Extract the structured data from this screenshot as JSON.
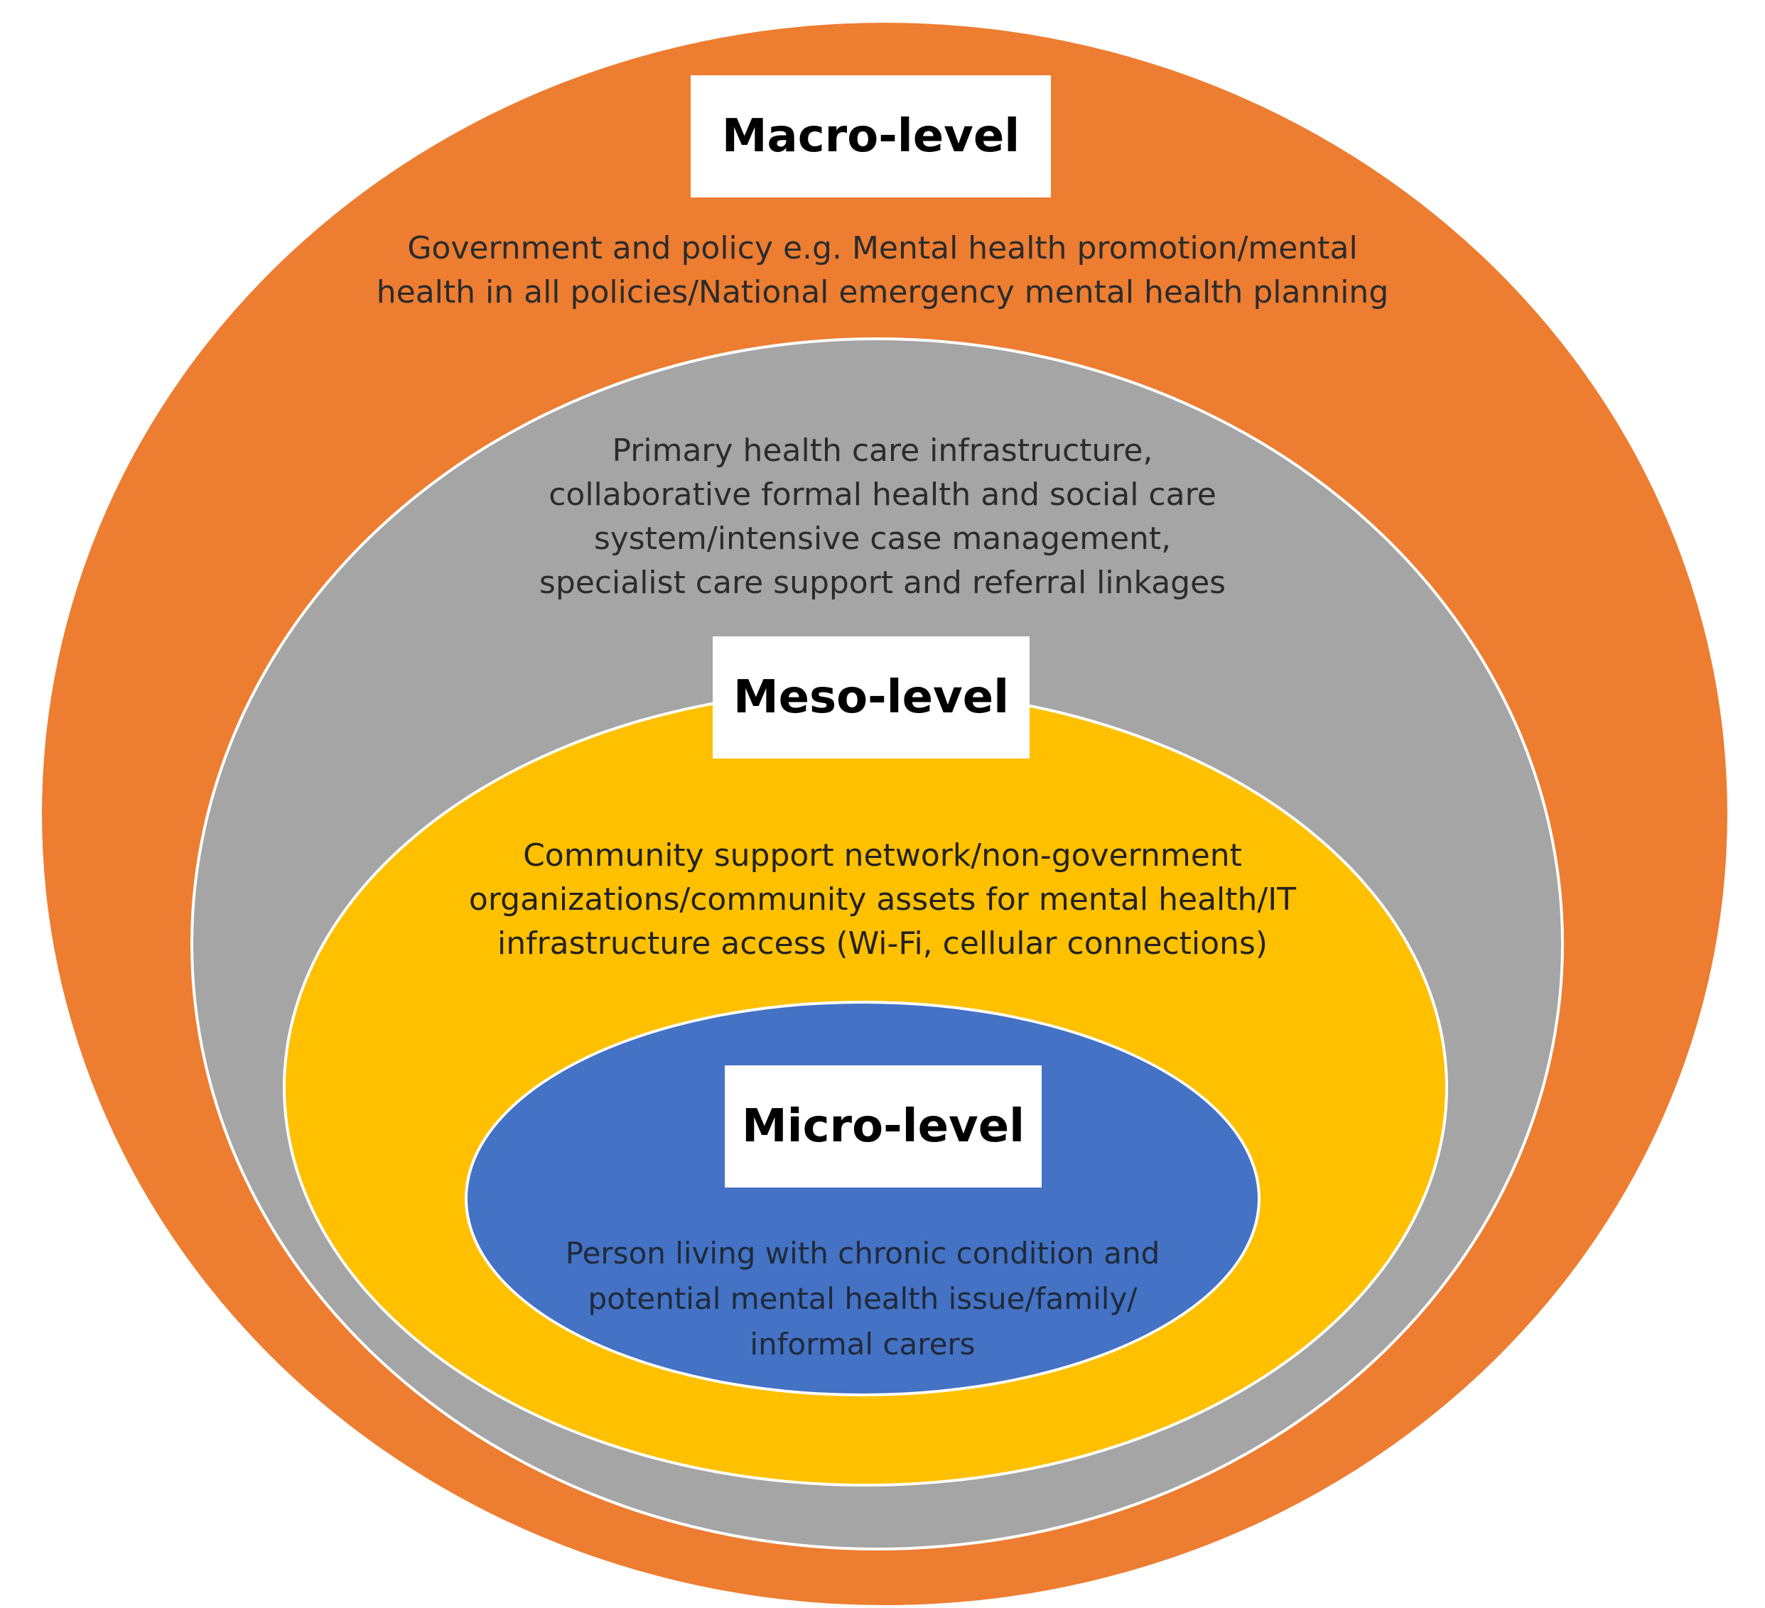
{
  "colors": {
    "macro": "#ED7D31",
    "gray": "#A5A5A5",
    "meso": "#FFC000",
    "micro": "#4472C4"
  },
  "macro": {
    "title": "Macro-level",
    "description": "Government and policy e.g. Mental health promotion/mental\nhealth in all policies/National emergency mental health planning"
  },
  "intermediate": {
    "description": "Primary health care infrastructure,\ncollaborative formal health and social care\nsystem/intensive case management,\nspecialist care support and referral linkages"
  },
  "meso": {
    "title": "Meso-level",
    "description": "Community support network/non-government\norganizations/community assets for mental health/IT\ninfrastructure access (Wi-Fi, cellular connections)"
  },
  "micro": {
    "title": "Micro-level",
    "description": "Person living with chronic condition and\npotential mental health issue/family/\ninformal carers"
  }
}
